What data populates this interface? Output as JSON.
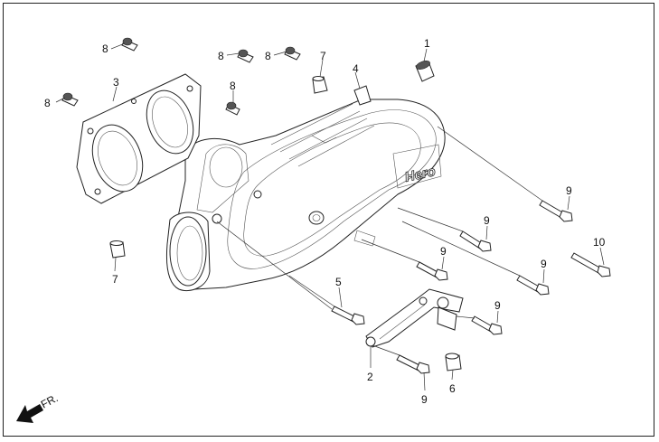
{
  "parts": {
    "p1": "1",
    "p2": "2",
    "p3": "3",
    "p4": "4",
    "p5": "5",
    "p6": "6",
    "p7": "7",
    "p8": "8",
    "p9": "9",
    "p10": "10"
  },
  "cover_logo": "Hero",
  "direction": "FR."
}
